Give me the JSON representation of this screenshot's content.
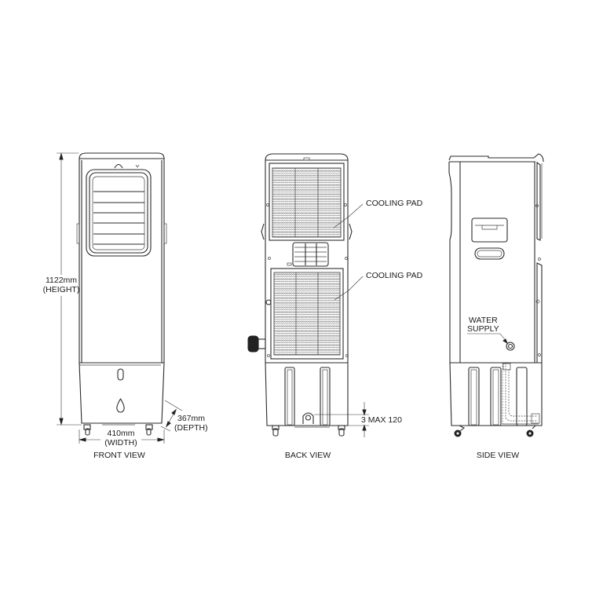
{
  "front_view": {
    "caption": "FRONT VIEW",
    "height_value": "1122mm",
    "height_label": "(HEIGHT)",
    "width_value": "410mm",
    "width_label": "(WIDTH)",
    "depth_value": "367mm",
    "depth_label": "(DEPTH)",
    "louver_count": 6
  },
  "back_view": {
    "caption": "BACK VIEW",
    "callouts": [
      {
        "label": "COOLING PAD"
      },
      {
        "label": "COOLING PAD"
      }
    ],
    "drain_dimension": "3 MAX 120"
  },
  "side_view": {
    "caption": "SIDE VIEW",
    "callouts": [
      {
        "label_line1": "WATER",
        "label_line2": "SUPPLY"
      }
    ]
  },
  "colors": {
    "line": "#2a2a2a",
    "background": "#ffffff",
    "text": "#1a1a1a"
  }
}
